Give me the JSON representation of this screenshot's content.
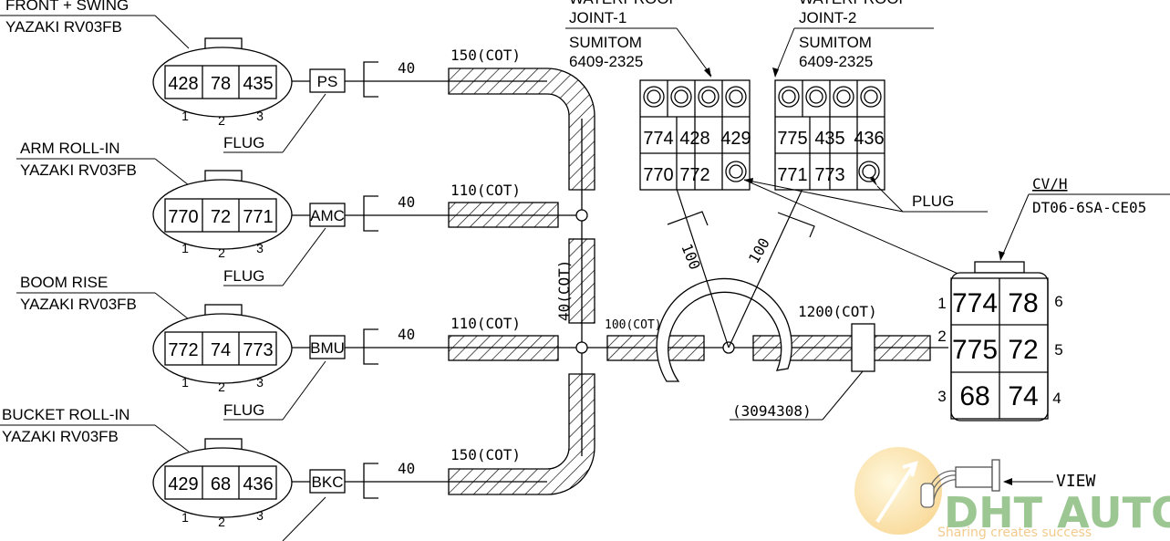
{
  "connectors": [
    {
      "name": "FRONT + SWING",
      "part": "YAZAKI RV03FB",
      "pins": [
        "428",
        "78",
        "435"
      ],
      "tag": "PS",
      "plug": "FLUG",
      "len_short": "40",
      "len_long": "150(COT)"
    },
    {
      "name": "ARM ROLL-IN",
      "part": "YAZAKI RV03FB",
      "pins": [
        "770",
        "72",
        "771"
      ],
      "tag": "AMC",
      "plug": "FLUG",
      "len_short": "40",
      "len_long": "110(COT)"
    },
    {
      "name": "BOOM RISE",
      "part": "YAZAKI RV03FB",
      "pins": [
        "772",
        "74",
        "773"
      ],
      "tag": "BMU",
      "plug": "FLUG",
      "len_short": "40",
      "len_long": "110(COT)"
    },
    {
      "name": "BUCKET ROLL-IN",
      "part": "YAZAKI RV03FB",
      "pins": [
        "429",
        "68",
        "436"
      ],
      "tag": "BKC",
      "plug": "",
      "len_short": "40",
      "len_long": "150(COT)"
    }
  ],
  "pin_numbers": [
    "1",
    "2",
    "3"
  ],
  "vertical_len": "40(COT)",
  "mid_len": "100(COT)",
  "branch_len": "100",
  "trunk_len": "1200(COT)",
  "clamp_part": "(3094308)",
  "joints": [
    {
      "title_line1": "WATERPROOF",
      "title_line2": "JOINT-1",
      "part_line1": "SUMITOM",
      "part_line2": "6409-2325",
      "row2": [
        "774",
        "428",
        "429"
      ],
      "row3": [
        "770",
        "772"
      ]
    },
    {
      "title_line1": "WATERPROOF",
      "title_line2": "JOINT-2",
      "part_line1": "SUMITOM",
      "part_line2": "6409-2325",
      "row2": [
        "775",
        "435",
        "436"
      ],
      "row3": [
        "771",
        "773"
      ]
    }
  ],
  "joint_plug": "PLUG",
  "cvh": {
    "title": "CV/H",
    "part": "DT06-6SA-CE05",
    "cells": [
      "774",
      "78",
      "775",
      "72",
      "68",
      "74"
    ],
    "left_pins": [
      "1",
      "2",
      "3"
    ],
    "right_pins": [
      "6",
      "5",
      "4"
    ]
  },
  "view_label": "VIEW",
  "watermark": {
    "brand": "DHT AUTO",
    "slogan": "Sharing creates success"
  }
}
